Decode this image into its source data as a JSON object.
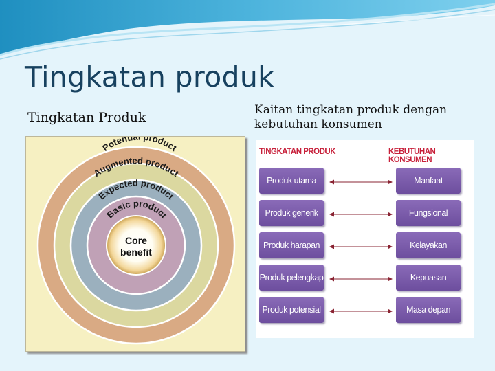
{
  "slide": {
    "title": "Tingkatan produk",
    "left_subtitle": "Tingkatan Produk",
    "right_subtitle": "Kaitan tingkatan produk dengan kebutuhan konsumen"
  },
  "levels_diagram": {
    "rings": [
      {
        "label": "Potential product",
        "color": "#d9aa84"
      },
      {
        "label": "Augmented product",
        "color": "#dbd8a0"
      },
      {
        "label": "Expected product",
        "color": "#9bb0be"
      },
      {
        "label": "Basic product",
        "color": "#c0a1b6"
      }
    ],
    "core": {
      "line1": "Core",
      "line2": "benefit"
    }
  },
  "relation_table": {
    "left_header": "TINGKATAN PRODUK",
    "right_header": "KEBUTUHAN KONSUMEN",
    "rows": [
      {
        "level": "Produk utama",
        "need": "Manfaat"
      },
      {
        "level": "Produk generik",
        "need": "Fungsional"
      },
      {
        "level": "Produk harapan",
        "need": "Kelayakan"
      },
      {
        "level": "Produk pelengkap",
        "need": "Kepuasan"
      },
      {
        "level": "Produk potensial",
        "need": "Masa depan"
      }
    ],
    "box_color": "#7a5aa8",
    "header_color": "#c7203a"
  }
}
